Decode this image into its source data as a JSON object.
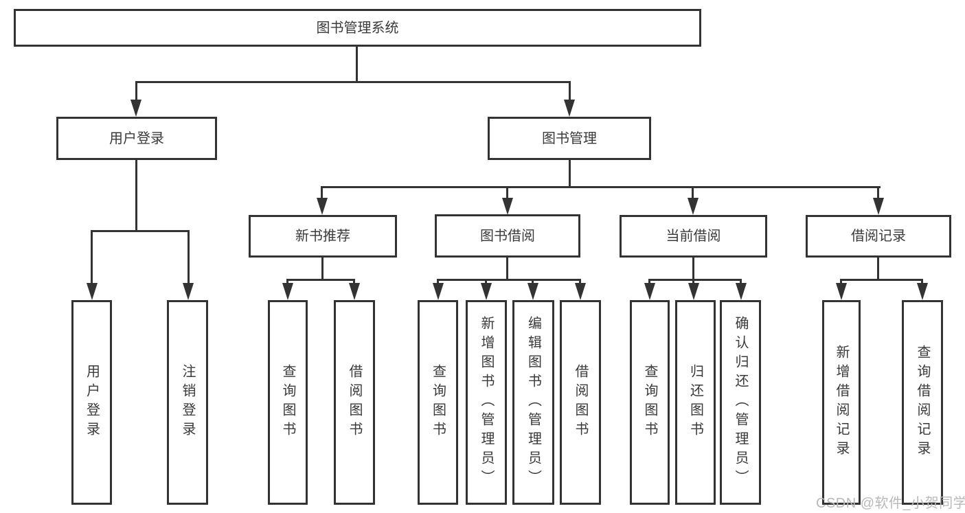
{
  "diagram": {
    "root": {
      "label": "图书管理系统"
    },
    "branches": {
      "user_login": {
        "label": "用户登录",
        "children": [
          {
            "label": "用户登录"
          },
          {
            "label": "注销登录"
          }
        ]
      },
      "book_management": {
        "label": "图书管理",
        "sections": [
          {
            "label": "新书推荐",
            "children": [
              {
                "label": "查询图书"
              },
              {
                "label": "借阅图书"
              }
            ]
          },
          {
            "label": "图书借阅",
            "children": [
              {
                "label": "查询图书"
              },
              {
                "label": "新增图书（管理员）"
              },
              {
                "label": "编辑图书（管理员）"
              },
              {
                "label": "借阅图书"
              }
            ]
          },
          {
            "label": "当前借阅",
            "children": [
              {
                "label": "查询图书"
              },
              {
                "label": "归还图书"
              },
              {
                "label": "确认归还（管理员）"
              }
            ]
          },
          {
            "label": "借阅记录",
            "children": [
              {
                "label": "新增借阅记录"
              },
              {
                "label": "查询借阅记录"
              }
            ]
          }
        ]
      }
    }
  },
  "watermark": {
    "text": "CSDN @软件_小贺同学"
  },
  "colors": {
    "line": "#333333",
    "box_border": "#333333",
    "box_fill": "#ffffff",
    "text": "#3a3a3a",
    "watermark": "#b9b9b9",
    "background": "#ffffff"
  }
}
